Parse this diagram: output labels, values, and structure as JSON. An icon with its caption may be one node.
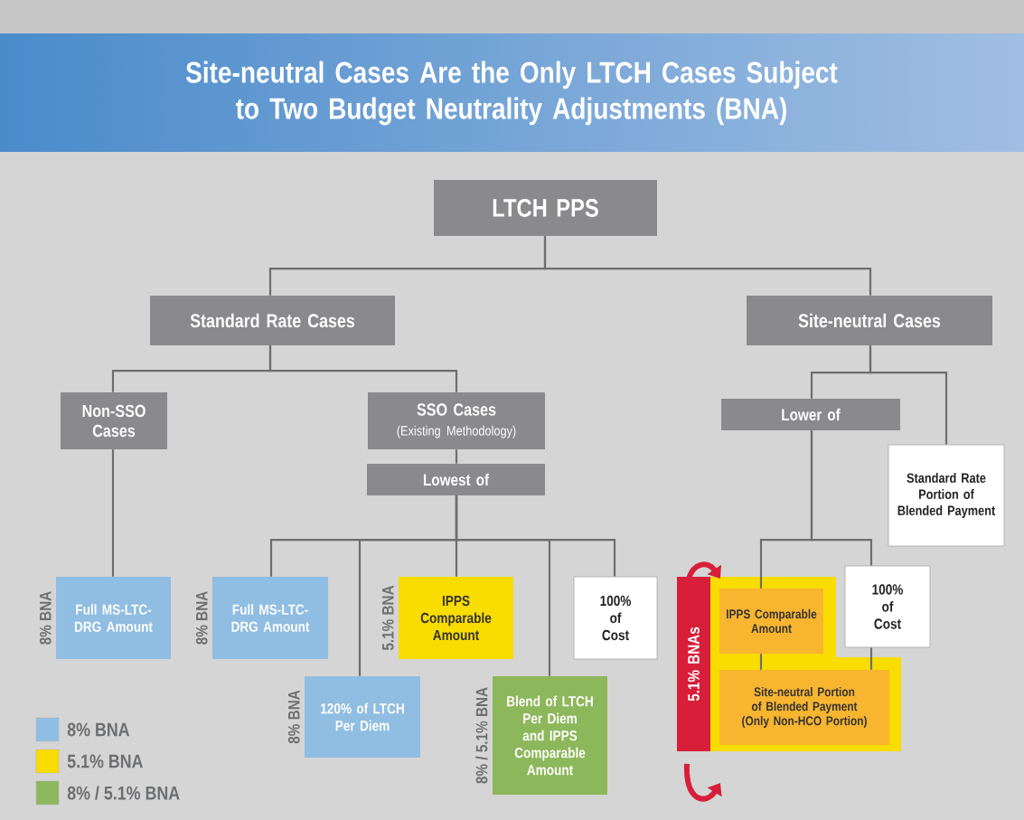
{
  "diagram": {
    "title": "Site-neutral Cases Are the Only LTCH Cases Subject to Two Budget Neutrality Adjustments (BNA)",
    "nodes": [
      {
        "text": [
          "LTCH PPS"
        ]
      },
      {
        "text": [
          "Standard Rate Cases"
        ]
      },
      {
        "text": [
          "Site-neutral Cases"
        ]
      },
      {
        "text": [
          "Non-SSO Cases"
        ]
      },
      {
        "text": [
          "SSO Cases",
          "(Existing Methodology)"
        ]
      },
      {
        "text": [
          "Lowest of"
        ]
      },
      {
        "text": [
          "Full MS-LTC-DRG Amount"
        ],
        "beside": [
          "8% BNA"
        ]
      },
      {
        "text": [
          "Full MS-LTC-DRG Amount"
        ],
        "beside": [
          "8% BNA"
        ]
      },
      {
        "text": [
          "IPPS Comparable Amount"
        ],
        "beside": [
          "5.1% BNA"
        ]
      },
      {
        "text": [
          "100% of Cost"
        ]
      },
      {
        "text": [
          "120% of LTCH Per Diem"
        ],
        "beside": [
          "8% BNA"
        ]
      },
      {
        "text": [
          "Blend of LTCH Per Diem and IPPS Comparable Amount"
        ],
        "beside": [
          "8% / 5.1% BNA"
        ]
      },
      {
        "text": [
          "Lower of"
        ]
      },
      {
        "text": [
          "Standard Rate Portion of Blended Payment"
        ]
      },
      {
        "text": [
          "5.1% BNAs"
        ]
      },
      {
        "text": [
          "IPPS Comparable Amount"
        ]
      },
      {
        "text": [
          "100% of Cost"
        ]
      },
      {
        "text": [
          "Site-neutral Portion of Blended Payment (Only Non-HCO Portion)"
        ]
      }
    ],
    "edges": [
      {
        "from": 0,
        "to": 1,
        "arrow": "none"
      },
      {
        "from": 0,
        "to": 2,
        "arrow": "none"
      },
      {
        "from": 1,
        "to": 3,
        "arrow": "none"
      },
      {
        "from": 1,
        "to": 4,
        "arrow": "none"
      },
      {
        "from": 4,
        "to": 5,
        "arrow": "none"
      },
      {
        "from": 3,
        "to": 6,
        "arrow": "none"
      },
      {
        "from": 5,
        "to": 7,
        "arrow": "none"
      },
      {
        "from": 5,
        "to": 10,
        "arrow": "none"
      },
      {
        "from": 5,
        "to": 8,
        "arrow": "none"
      },
      {
        "from": 5,
        "to": 11,
        "arrow": "none"
      },
      {
        "from": 5,
        "to": 9,
        "arrow": "none"
      },
      {
        "from": 2,
        "to": 12,
        "arrow": "none"
      },
      {
        "from": 2,
        "to": 13,
        "arrow": "none"
      },
      {
        "from": 12,
        "to": 15,
        "arrow": "none"
      },
      {
        "from": 12,
        "to": 16,
        "arrow": "none"
      },
      {
        "from": 15,
        "to": 17,
        "arrow": "none"
      },
      {
        "from": 16,
        "to": 17,
        "arrow": "none"
      }
    ],
    "legend": [
      {
        "text": "8% BNA",
        "color": "#90bde2"
      },
      {
        "text": "5.1% BNA",
        "color": "#f9dc00"
      },
      {
        "text": "8% / 5.1% BNA",
        "color": "#8db75b"
      }
    ]
  }
}
